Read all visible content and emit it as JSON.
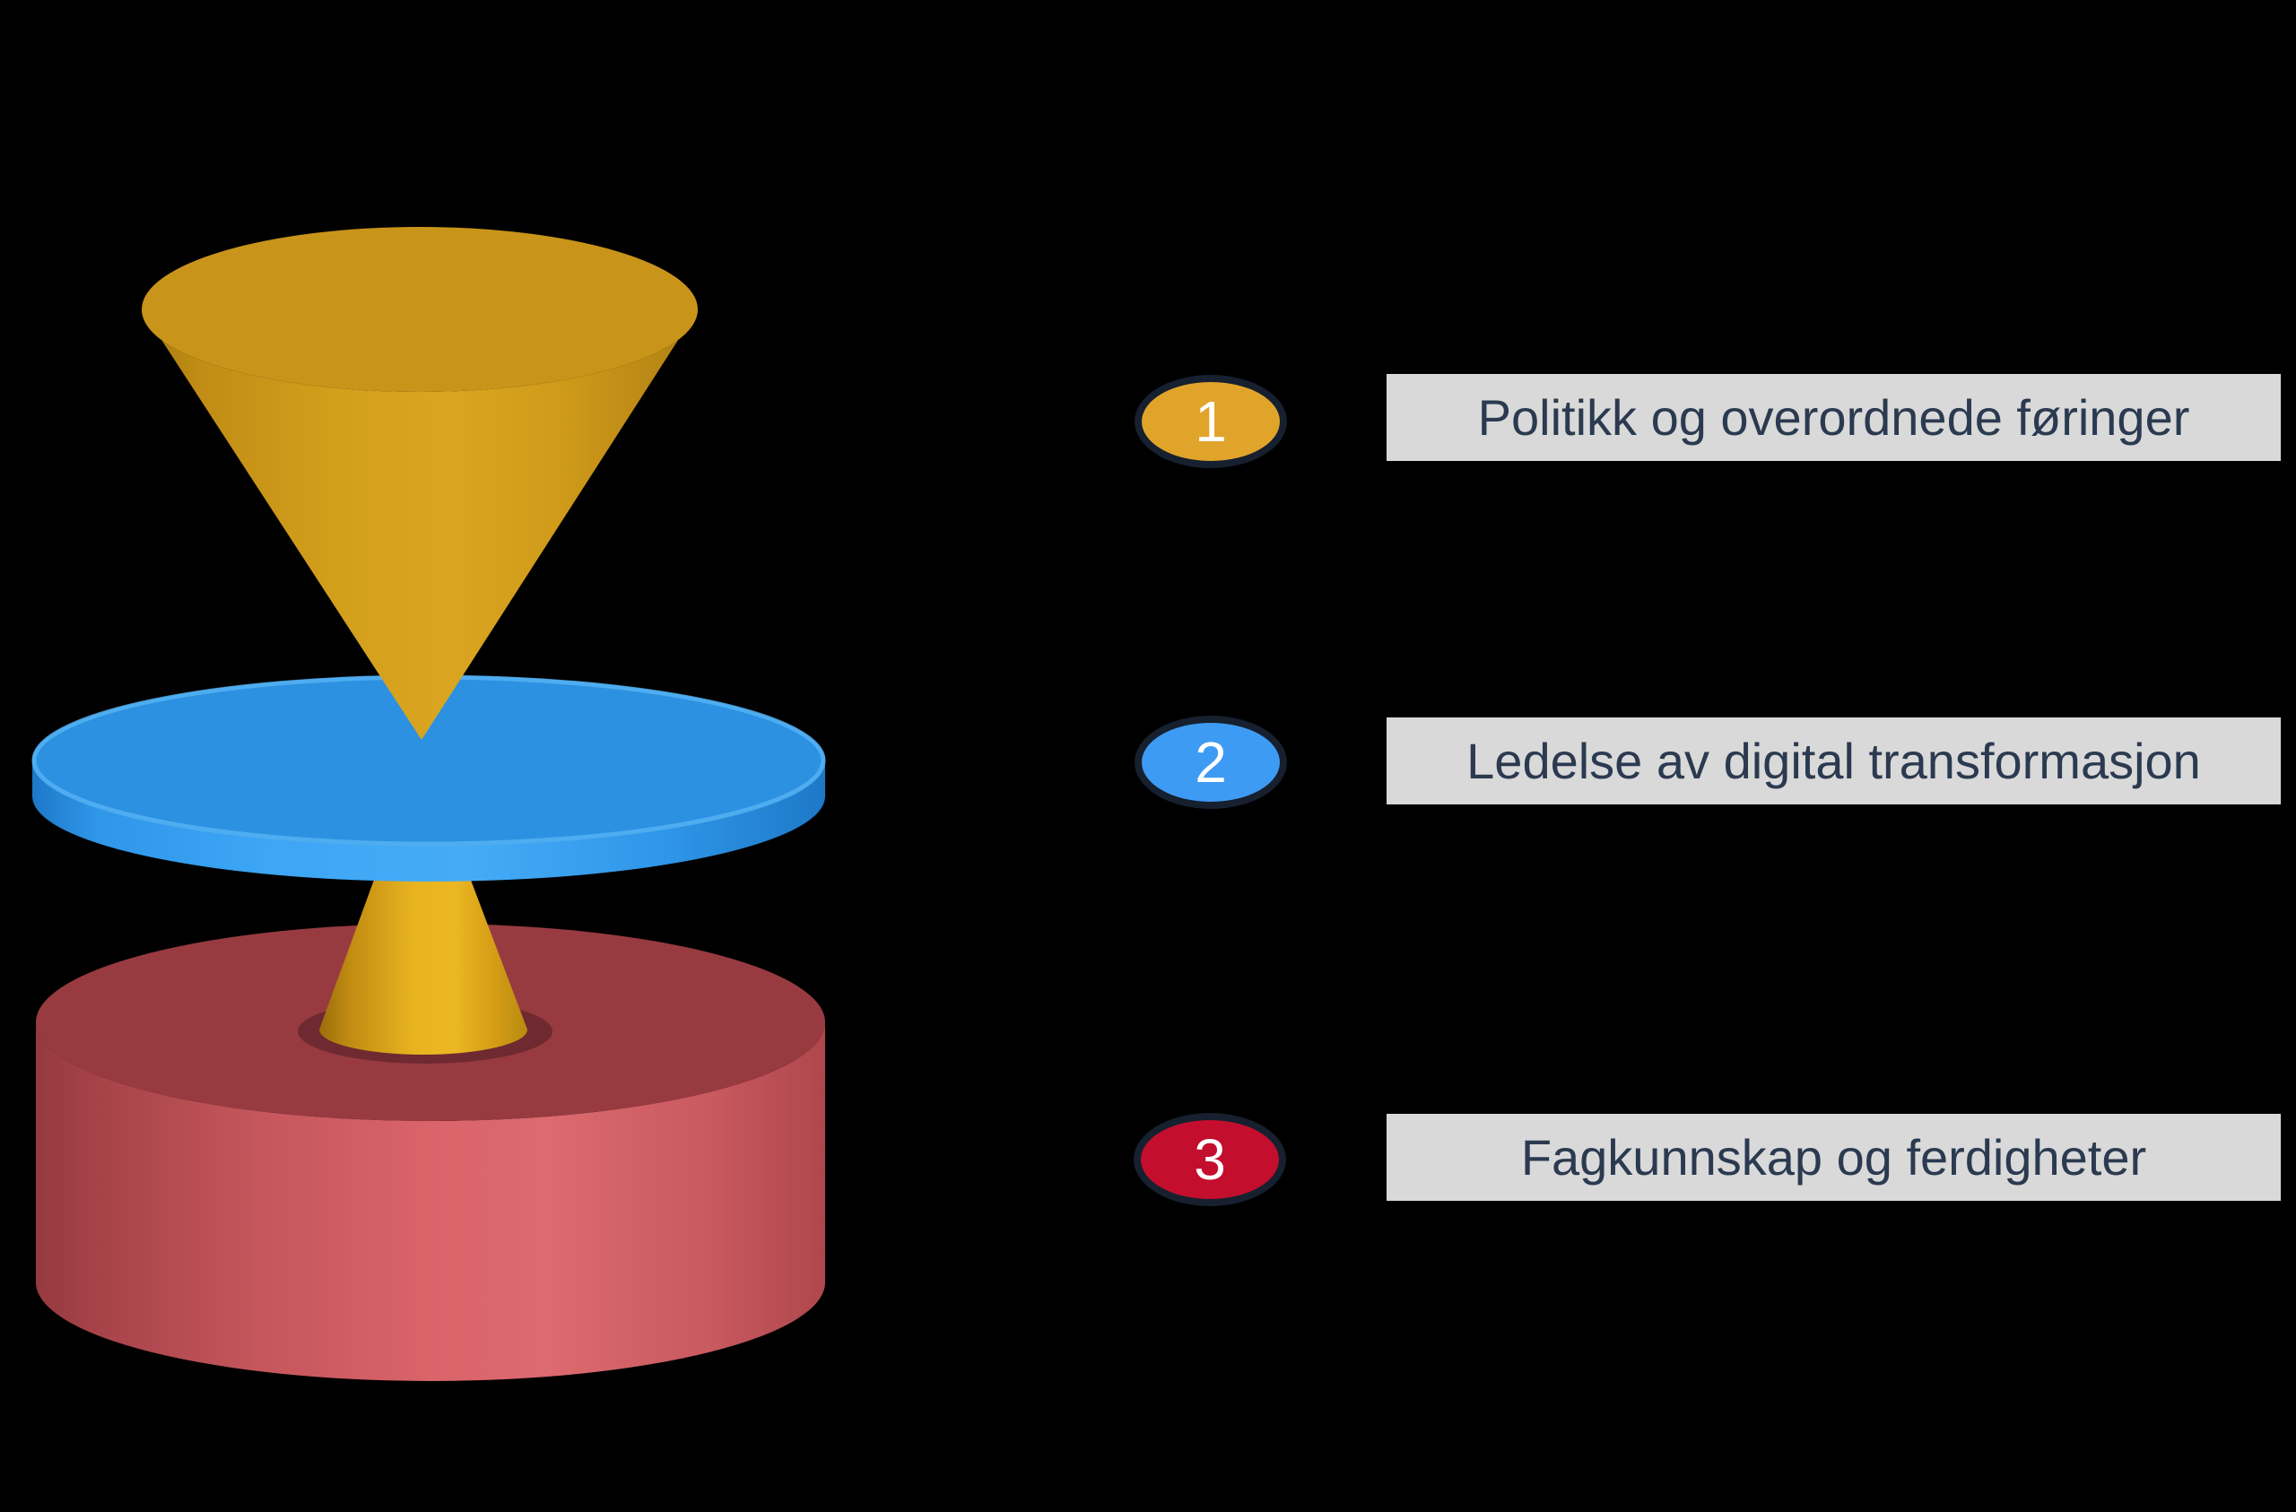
{
  "page": {
    "background": "#000000"
  },
  "diagram": {
    "description": "3D funnel stack: inverted gold cone passing through a blue disc, resting on a red cylinder",
    "layers": [
      {
        "name": "cone",
        "color_top": "#C8941A",
        "color_side": "#D3A01C"
      },
      {
        "name": "disc",
        "color_top": "#2C91E0",
        "color_side": "#3DA6F5"
      },
      {
        "name": "cylinder",
        "color_top": "#983B41",
        "color_side": "#D96469"
      }
    ],
    "small_cone_color": "#E8B31F",
    "shadow_color": "#6E2A30",
    "disc_rim_highlight": "#58B4F4"
  },
  "legend": {
    "badge_border_color": "#16202E",
    "badge_number_color": "#FFFFFF",
    "label_bg": "#D9D9D9",
    "label_text_color": "#2B3A50",
    "items": [
      {
        "number": "1",
        "badge_color": "#E1A42B",
        "label": "Politikk og overordnede føringer"
      },
      {
        "number": "2",
        "badge_color": "#3E9BF4",
        "label": "Ledelse av digital transformasjon"
      },
      {
        "number": "3",
        "badge_color": "#C40E2E",
        "label": "Fagkunnskap og ferdigheter"
      }
    ]
  }
}
